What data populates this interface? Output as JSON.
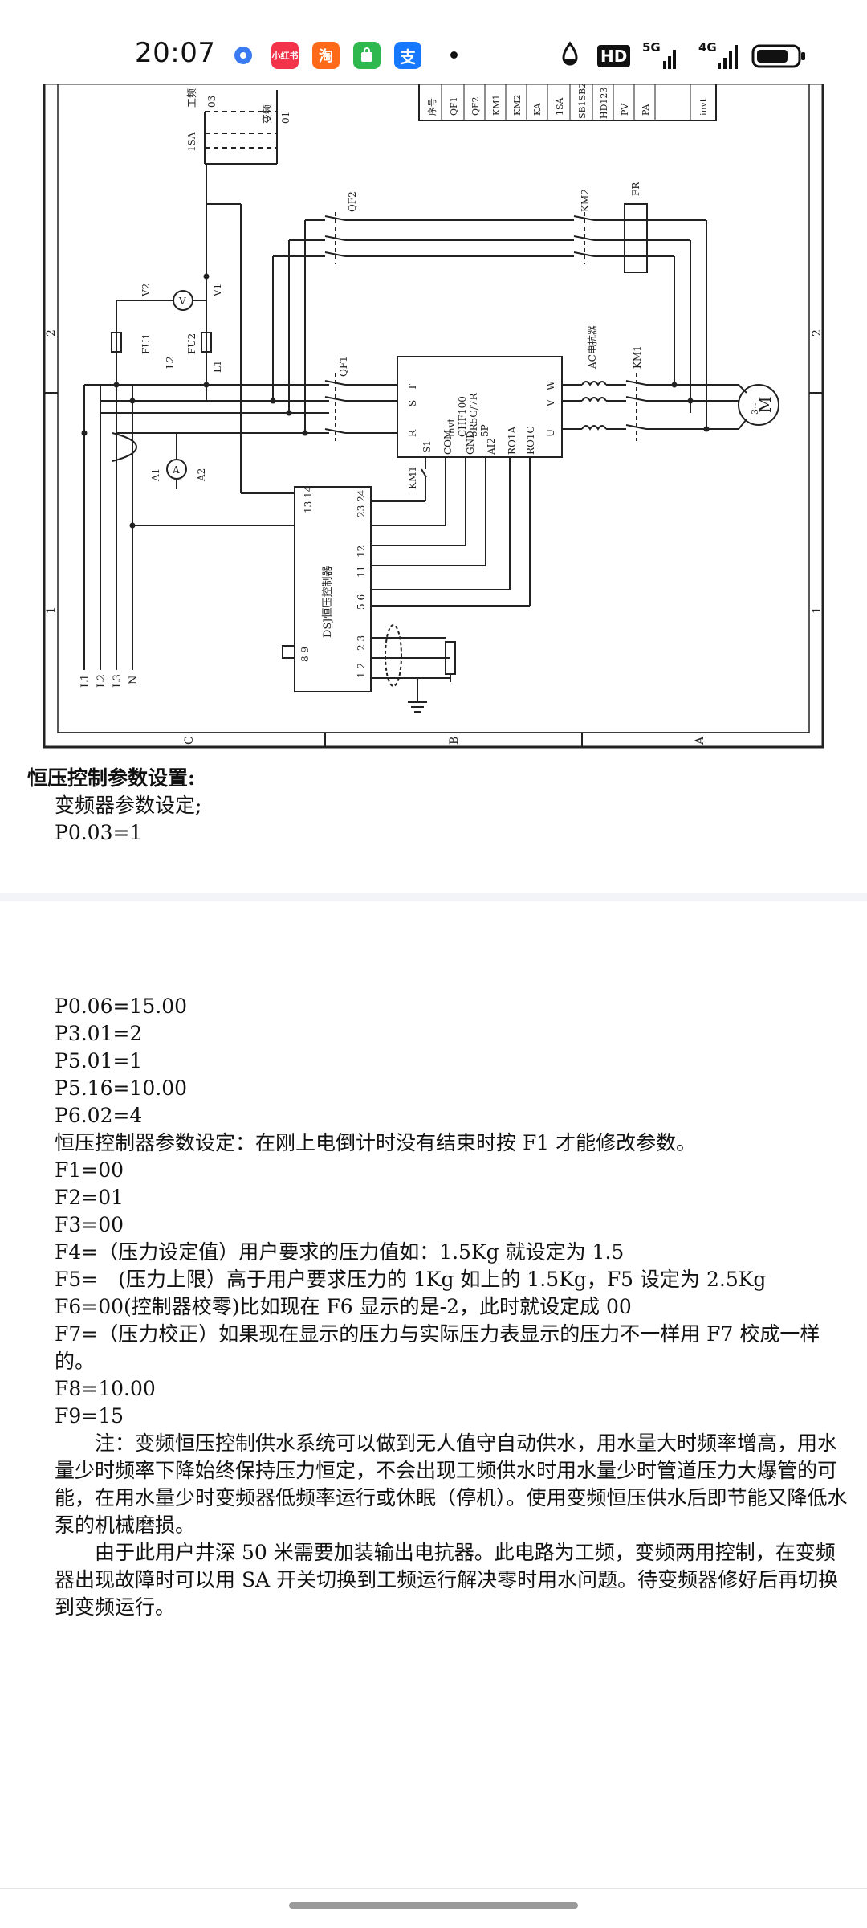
{
  "status_bar": {
    "time": "20:07",
    "hd_label": "HD",
    "net_5g": "5G",
    "net_4g": "4G",
    "app_badges": [
      "小红书",
      "淘",
      "支"
    ]
  },
  "drawing": {
    "table_headers": [
      "序号",
      "QF1",
      "QF2",
      "KM1",
      "KM2",
      "KA",
      "1SA",
      "SB1SB2",
      "HD123",
      "PV",
      "PA",
      "invt"
    ],
    "switch_label": "1SA",
    "switch_gongpin": "工频",
    "switch_biaopin": "变频",
    "switch_03": "03",
    "switch_01": "01",
    "qf2": "QF2",
    "km2": "KM2",
    "fr": "FR",
    "qf1": "QF1",
    "km1": "KM1",
    "km1_coil": "KM1",
    "ac_reactor": "AC电抗器",
    "fu1": "FU1",
    "fu2": "FU2",
    "v1": "V1",
    "v2": "V2",
    "l1": "L1",
    "l2": "L2",
    "a1": "A1",
    "a2": "A2",
    "inverter_lines": [
      "invt",
      "CHF100",
      "5R5G/7R",
      "5P"
    ],
    "inv_terminals_top": [
      "R",
      "S",
      "T"
    ],
    "inv_terminals_out": [
      "U",
      "V",
      "W"
    ],
    "inv_terminals_bottom": [
      "S1",
      "COM",
      "GND",
      "AI2",
      "RO1A",
      "RO1C"
    ],
    "controller": "DSJ恒压控制器",
    "ctrl_terms_top": [
      "13 14",
      "23 24"
    ],
    "ctrl_terms": [
      "12",
      "11",
      "5 6",
      "2 3",
      "1 2",
      "8 9"
    ],
    "bus_labels": [
      "L1",
      "L2",
      "L3",
      "N"
    ],
    "motor": "M",
    "motor_phase": "3~",
    "zone_left": [
      "2",
      "1"
    ],
    "zone_right": [
      "2",
      "1"
    ],
    "zone_bottom": [
      "C",
      "B",
      "A"
    ]
  },
  "doc": {
    "heading": "恒压控制参数设置:",
    "lines_top": [
      "变频器参数设定;",
      "P0.03=1"
    ],
    "lines": [
      "P0.06=15.00",
      "P3.01=2",
      "P5.01=1",
      "P5.16=10.00",
      "P6.02=4",
      "恒压控制器参数设定：在刚上电倒计时没有结束时按 F1 才能修改参数。",
      "F1=00",
      "F2=01",
      "F3=00",
      "F4=（压力设定值）用户要求的压力值如：1.5Kg 就设定为 1.5",
      "F5=　(压力上限）高于用户要求压力的 1Kg 如上的 1.5Kg，F5 设定为 2.5Kg",
      "F6=00(控制器校零)比如现在 F6 显示的是-2，此时就设定成 00",
      "F7=（压力校正）如果现在显示的压力与实际压力表显示的压力不一样用 F7 校成一样的。",
      "F8=10.00",
      "F9=15"
    ],
    "note1": "注：变频恒压控制供水系统可以做到无人值守自动供水，用水量大时频率增高，用水量少时频率下降始终保持压力恒定，不会出现工频供水时用水量少时管道压力大爆管的可能，在用水量少时变频器低频率运行或休眠（停机）。使用变频恒压供水后即节能又降低水泵的机械磨损。",
    "note2": "由于此用户井深 50 米需要加装输出电抗器。此电路为工频，变频两用控制，在变频器出现故障时可以用 SA 开关切换到工频运行解决零时用水问题。待变频器修好后再切换到变频运行。"
  }
}
